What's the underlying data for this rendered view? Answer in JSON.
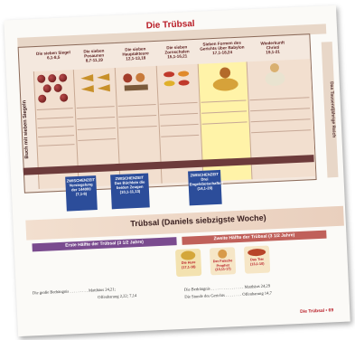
{
  "page": {
    "title": "Die Trübsal",
    "page_number": "Die Trübsal • 69"
  },
  "side_labels": {
    "left": "Buch mit sieben Siegeln",
    "right": "Das Tausendjährige Reich"
  },
  "columns": [
    {
      "title": "Die sieben Siegel",
      "verse": "6,1-8,5"
    },
    {
      "title": "Die sieben Posaunen",
      "verse": "8,7-11,19"
    },
    {
      "title": "Die sieben Hauptakteure",
      "verse": "12,1-13,18"
    },
    {
      "title": "Die sieben Zornschalen",
      "verse": "15,1-16,21"
    },
    {
      "title": "Sieben Formen des Gerichts über Babylon",
      "verse": "17,1-18,24"
    },
    {
      "title": "Wiederkunft Christi",
      "verse": "19,1-21"
    }
  ],
  "interludes": [
    {
      "label": "ZWISCHENZEIT",
      "text": "Versiegelung der 144000",
      "ref": "(7,1-8)"
    },
    {
      "label": "ZWISCHENZEIT",
      "text": "Das Büchlein die beiden Zeugen",
      "ref": "(10,1-11,13)"
    },
    {
      "label": "ZWISCHENZEIT",
      "text": "Drei Engelsbotschaften",
      "ref": "(14,1-20)"
    }
  ],
  "trubsal": {
    "title": "Trübsal (Daniels siebzigste Woche)",
    "first_half": "Erste Hälfte der Trübsal (3 1/2 Jahre)",
    "second_half": "Zweite Hälfte der Trübsal (3 1/2 Jahre)"
  },
  "figures": [
    {
      "label": "Die Hure",
      "ref": "(17,1-18)"
    },
    {
      "label": "Der Falsche Prophet",
      "ref": "(13,11-17)"
    },
    {
      "label": "Das Tier",
      "ref": "(13,1-10)"
    }
  ],
  "footer": {
    "left_line1": "Die große Bedrängnis . . . . . . . . . Matthäus 24,21;",
    "left_line2": "Offenbarung 2,22; 7,14",
    "right_line1": "Die Bedrängnis . . . . . . . . . . . . . . . . Matthäus 24,29",
    "right_line2": "Die Stunde des Gerichts . . . . . . . . Offenbarung 14,7"
  },
  "colors": {
    "accent_red": "#b81b25",
    "interlude_blue": "#2c4d9a",
    "half_first": "#7a4b8f",
    "half_second": "#c0605a"
  }
}
